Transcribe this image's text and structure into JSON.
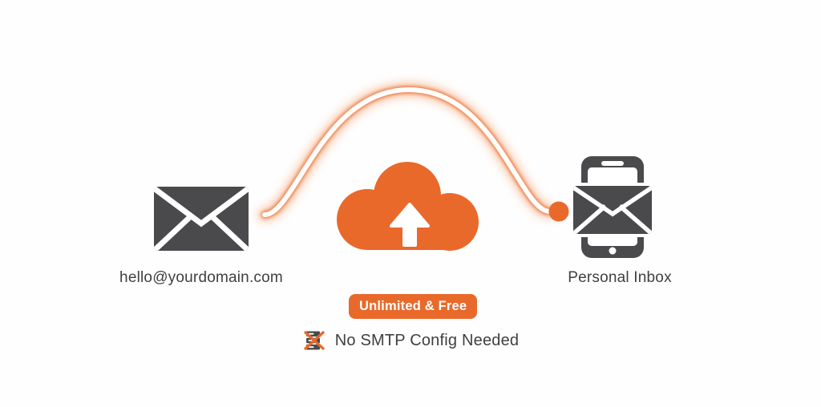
{
  "colors": {
    "accent": "#E9692B",
    "accent_glow": "#F59A62",
    "icon_dark": "#4A4A4C",
    "text_dark": "#3F4042",
    "background": "#FEFEFE",
    "white": "#FFFFFF"
  },
  "flow": {
    "source": {
      "label": "hello@yourdomain.com",
      "icon": "envelope-icon"
    },
    "relay": {
      "icon": "cloud-upload-icon"
    },
    "destination": {
      "label": "Personal Inbox",
      "icon": "phone-inbox-icon"
    }
  },
  "badge": {
    "label": "Unlimited & Free"
  },
  "feature": {
    "label": "No SMTP Config Needed",
    "icon": "no-smtp-server-icon"
  }
}
